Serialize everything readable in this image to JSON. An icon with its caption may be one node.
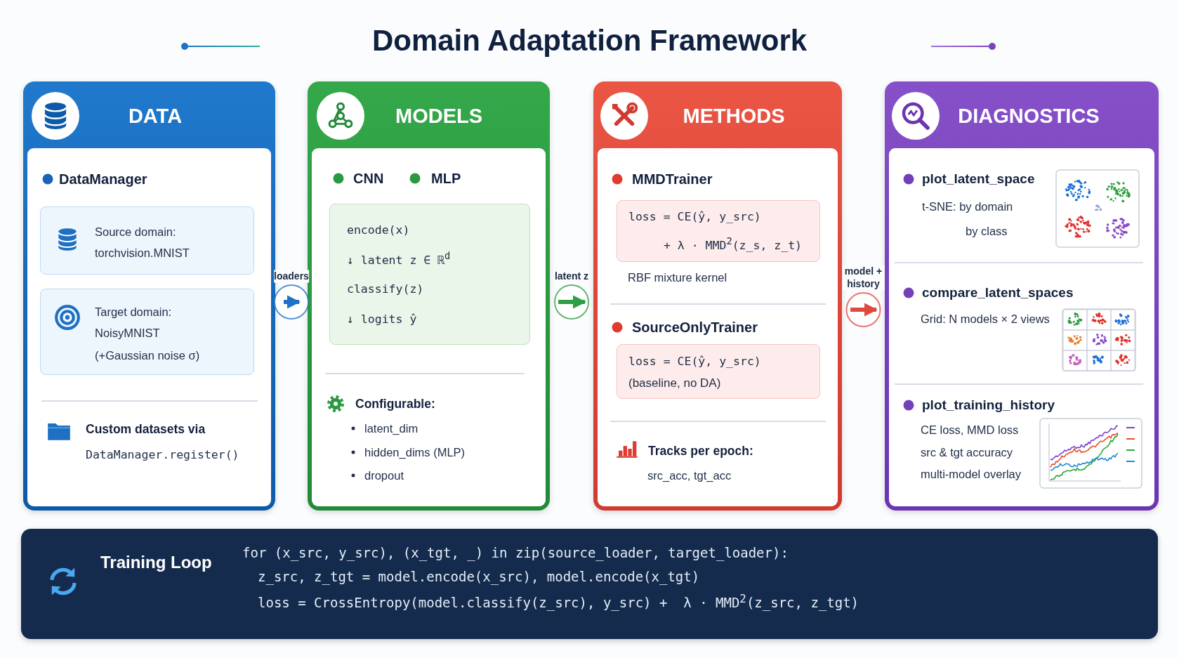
{
  "diagram": {
    "title": "Domain Adaptation Framework",
    "nodes": [
      {
        "text": [
          "DATA"
        ]
      },
      {
        "text": [
          "MODELS"
        ]
      },
      {
        "text": [
          "METHODS"
        ]
      },
      {
        "text": [
          "DIAGNOSTICS"
        ]
      },
      {
        "text": [
          "Training Loop",
          "for (x_src, y_src), (x_tgt, _) in zip(source_loader, target_loader):",
          "z_src, z_tgt = model.encode(x_src), model.encode(x_tgt)",
          "loss = CrossEntropy(model.classify(z_src), y_src) +  λ · MMD$^{2}$(z_src, z_tgt)"
        ]
      },
      {
        "text": [
          "Source domain:",
          "torchvision.MNIST"
        ],
        "in": 0
      },
      {
        "text": [
          "Target domain:",
          "NoisyMNIST",
          "(+Gaussian noise σ)"
        ],
        "in": 0
      },
      {
        "text": [
          "encode(x)",
          "↓ latent z ∈ ℝ$^{d}$",
          "classify(z)",
          "↓ logits ŷ"
        ],
        "in": 1
      },
      {
        "text": [
          "loss = CE(ŷ, y_src)",
          "+ λ · MMD$^{2}$(z_s, z_t)"
        ],
        "in": 2
      },
      {
        "text": [
          "loss = CE(ŷ, y_src)",
          "(baseline, no DA)"
        ],
        "in": 2
      }
    ],
    "edges": [
      {
        "from": 0,
        "to": 1,
        "arrow": "to",
        "label": "loaders",
        "color": "#1f72c6"
      },
      {
        "from": 1,
        "to": 2,
        "arrow": "to",
        "label": "latent z",
        "color": "#2f9e44"
      },
      {
        "from": 2,
        "to": 3,
        "arrow": "to",
        "label": "model + history",
        "color": "#e04a3c"
      }
    ],
    "labels": [
      "DataManager",
      "Custom datasets via",
      "DataManager.register()",
      "CNN",
      "MLP",
      "Configurable:",
      "latent_dim",
      "hidden_dims (MLP)",
      "dropout",
      "MMDTrainer",
      "RBF mixture kernel",
      "SourceOnlyTrainer",
      "Tracks per epoch:",
      "src_acc, tgt_acc",
      "plot_latent_space",
      "t-SNE: by domain",
      "by class",
      "compare_latent_spaces",
      "Grid: N models × 2 views",
      "plot_training_history",
      "CE loss, MMD loss",
      "src & tgt accuracy",
      "multi-model overlay"
    ]
  }
}
